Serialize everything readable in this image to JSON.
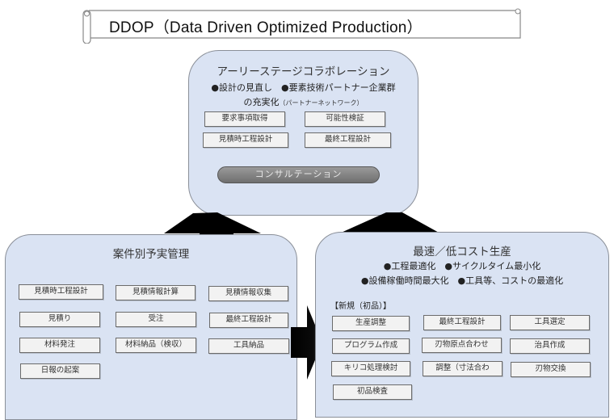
{
  "header": {
    "title": "DDOP（Data Driven Optimized Production）"
  },
  "panels": {
    "early_stage": {
      "title": "アーリーステージコラボレーション",
      "bullet_line1": "●設計の見直し　●要素技術パートナー企業群",
      "bullet_line2_main": "の充実化",
      "bullet_line2_note": "（パートナーネットワーク）",
      "boxes": [
        "要求事項取得",
        "可能性検証",
        "見積時工程設計",
        "最終工程設計"
      ],
      "consult_label": "コンサルテーション"
    },
    "project_management": {
      "title": "案件別予実管理",
      "boxes": [
        "見積時工程設計",
        "見積情報計算",
        "見積情報収集",
        "見積り",
        "受注",
        "最終工程設計",
        "材料発注",
        "材料納品（検収）",
        "工具納品",
        "日報の起案"
      ]
    },
    "production": {
      "title": "最速／低コスト生産",
      "bullet_line1": "●工程最適化　●サイクルタイム最小化",
      "bullet_line2": "●設備稼働時間最大化　●工具等、コストの最適化",
      "section_label": "【新規（初品）】",
      "boxes": [
        "生産調整",
        "最終工程設計",
        "工具選定",
        "プログラム作成",
        "刃物原点合わせ",
        "治具作成",
        "キリコ処理検討",
        "調整（寸法合わ",
        "刃物交換",
        "初品検査"
      ]
    }
  },
  "colors": {
    "panel_fill": "#dae3f3",
    "panel_border": "#8a8f98",
    "box_fill": "#f2f2f2",
    "arrow": "#000000",
    "consult_button": "#7f7f7f"
  }
}
